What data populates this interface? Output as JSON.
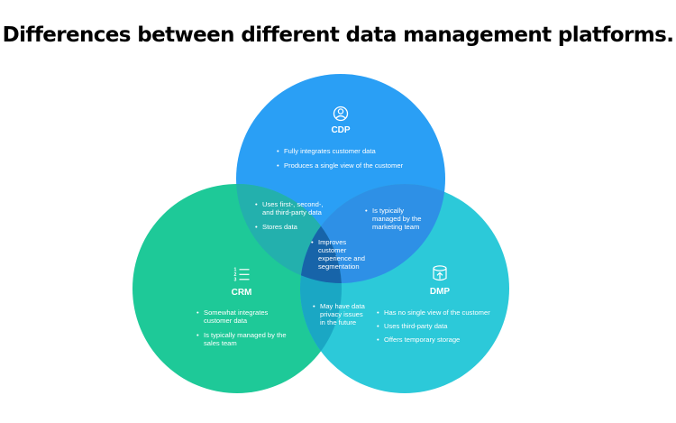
{
  "title": "Differences between different data management platforms.",
  "colors": {
    "cdp": "#2a9ff5",
    "crm": "#1ec998",
    "dmp": "#2cc9d9",
    "cdp_crm": "#23b0ad",
    "cdp_dmp": "#2e90e6",
    "crm_dmp": "#1aa7c4",
    "center": "#1764a9"
  },
  "cdp": {
    "label": "CDP",
    "icon": "user-circle-icon",
    "items": [
      "Fully integrates customer data",
      "Produces a single view of the customer"
    ]
  },
  "crm": {
    "label": "CRM",
    "icon": "numbered-list-icon",
    "items": [
      [
        "Somewhat integrates",
        "customer data"
      ],
      [
        "Is typically managed by the",
        "sales team"
      ]
    ]
  },
  "dmp": {
    "label": "DMP",
    "icon": "database-upload-icon",
    "items": [
      "Has no single view of the customer",
      "Uses third-party data",
      "Offers temporary storage"
    ]
  },
  "cdp_crm": {
    "items": [
      [
        "Uses first-, second-,",
        "and third-party data"
      ],
      [
        "Stores data"
      ]
    ]
  },
  "cdp_dmp": {
    "items": [
      [
        "Is typically",
        "managed by the",
        "marketing team"
      ]
    ]
  },
  "crm_dmp": {
    "items": [
      [
        "May have data",
        "privacy issues",
        "in the future"
      ]
    ]
  },
  "center": {
    "items": [
      [
        "Improves",
        "customer",
        "experience and",
        "segmentation"
      ]
    ]
  }
}
